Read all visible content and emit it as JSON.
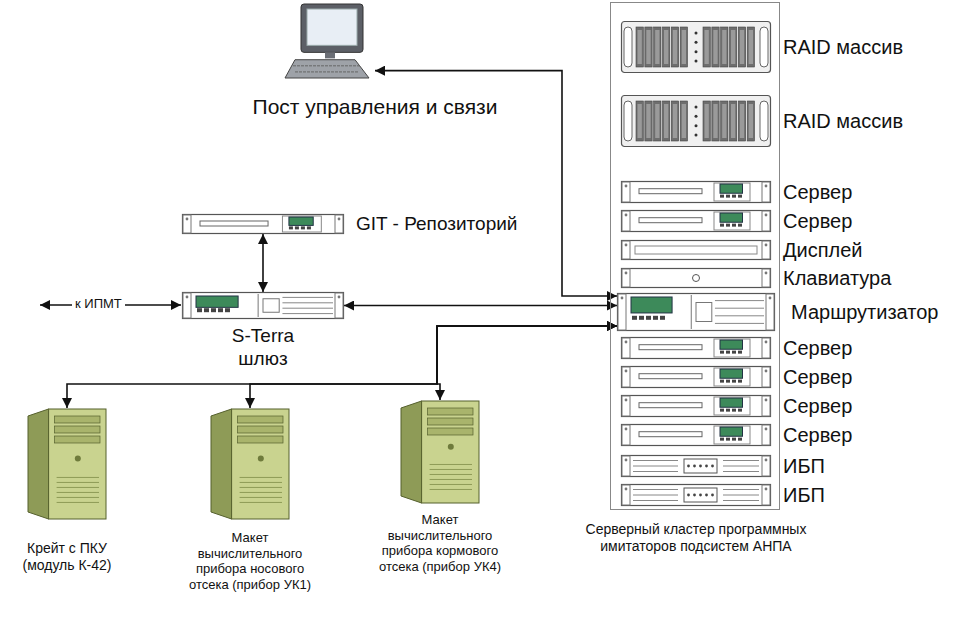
{
  "diagram": {
    "nodes": [
      {
        "text": [
          "Пост управления и связи"
        ]
      },
      {
        "text": [
          "GIT - Репозиторий"
        ]
      },
      {
        "text": [
          "S-Terra шлюз"
        ]
      },
      {
        "text": [
          "Серверный кластер программных имитаторов подсистем АНПА"
        ]
      },
      {
        "text": [
          "RAID массив"
        ],
        "in": 3
      },
      {
        "text": [
          "RAID массив"
        ],
        "in": 3
      },
      {
        "text": [
          "Сервер"
        ],
        "in": 3
      },
      {
        "text": [
          "Сервер"
        ],
        "in": 3
      },
      {
        "text": [
          "Дисплей"
        ],
        "in": 3
      },
      {
        "text": [
          "Клавиатура"
        ],
        "in": 3
      },
      {
        "text": [
          "Маршрутизатор"
        ],
        "in": 3
      },
      {
        "text": [
          "Сервер"
        ],
        "in": 3
      },
      {
        "text": [
          "Сервер"
        ],
        "in": 3
      },
      {
        "text": [
          "Сервер"
        ],
        "in": 3
      },
      {
        "text": [
          "Сервер"
        ],
        "in": 3
      },
      {
        "text": [
          "ИБП"
        ],
        "in": 3
      },
      {
        "text": [
          "ИБП"
        ],
        "in": 3
      },
      {
        "text": [
          "Крейт с ПКУ (модуль К-42)"
        ]
      },
      {
        "text": [
          "Макет вычислительного прибора носового отсека (прибор УК1)"
        ]
      },
      {
        "text": [
          "Макет вычислительного прибора кормового отсека (прибор УК4)"
        ]
      }
    ],
    "edges": [
      {
        "from": 10,
        "to": 0,
        "arrow": "both"
      },
      {
        "from": 1,
        "to": 2,
        "arrow": "both"
      },
      {
        "from": 2,
        "to": 10,
        "arrow": "both"
      },
      {
        "from": 10,
        "to": 17,
        "arrow": "both"
      },
      {
        "from": 10,
        "to": 18,
        "arrow": "both"
      },
      {
        "from": 10,
        "to": 19,
        "arrow": "both"
      }
    ],
    "labels": [
      "к ИПМТ"
    ]
  }
}
